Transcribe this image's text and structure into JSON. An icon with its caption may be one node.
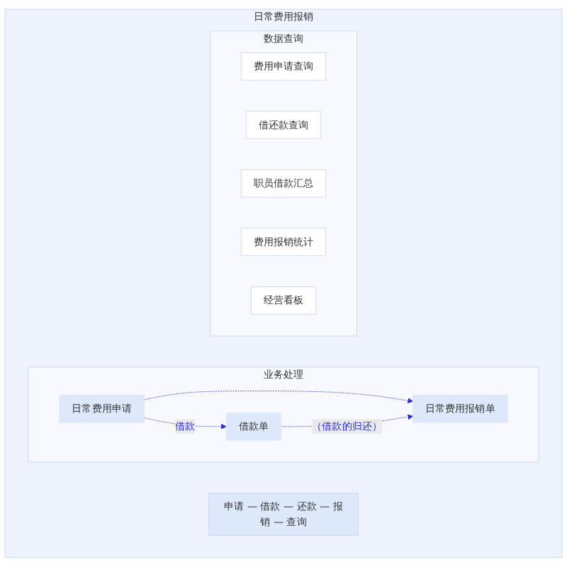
{
  "diagram": {
    "nodes": [
      {
        "text": [
          "日常费用报销"
        ]
      },
      {
        "text": [
          "申请 — 借款 — 还款 — 报销 — 查询"
        ],
        "in": 0
      },
      {
        "text": [
          "业务处理"
        ],
        "in": 0
      },
      {
        "text": [
          "日常费用申请"
        ],
        "in": 2
      },
      {
        "text": [
          "借款单"
        ],
        "in": 2
      },
      {
        "text": [
          "日常费用报销单"
        ],
        "in": 2
      },
      {
        "text": [
          "数据查询"
        ],
        "in": 0
      },
      {
        "text": [
          "费用申请查询"
        ],
        "in": 6
      },
      {
        "text": [
          "借还款查询"
        ],
        "in": 6
      },
      {
        "text": [
          "职员借款汇总"
        ],
        "in": 6
      },
      {
        "text": [
          "费用报销统计"
        ],
        "in": 6
      },
      {
        "text": [
          "经营看板"
        ],
        "in": 6
      }
    ],
    "edges": [
      {
        "from": 3,
        "to": 4,
        "arrow": "to",
        "label": "借款",
        "style": "dashed"
      },
      {
        "from": 3,
        "to": 5,
        "arrow": "to",
        "style": "dashed"
      },
      {
        "from": 4,
        "to": 5,
        "arrow": "to",
        "label": "（借款的归还）",
        "style": "dashed"
      }
    ]
  }
}
